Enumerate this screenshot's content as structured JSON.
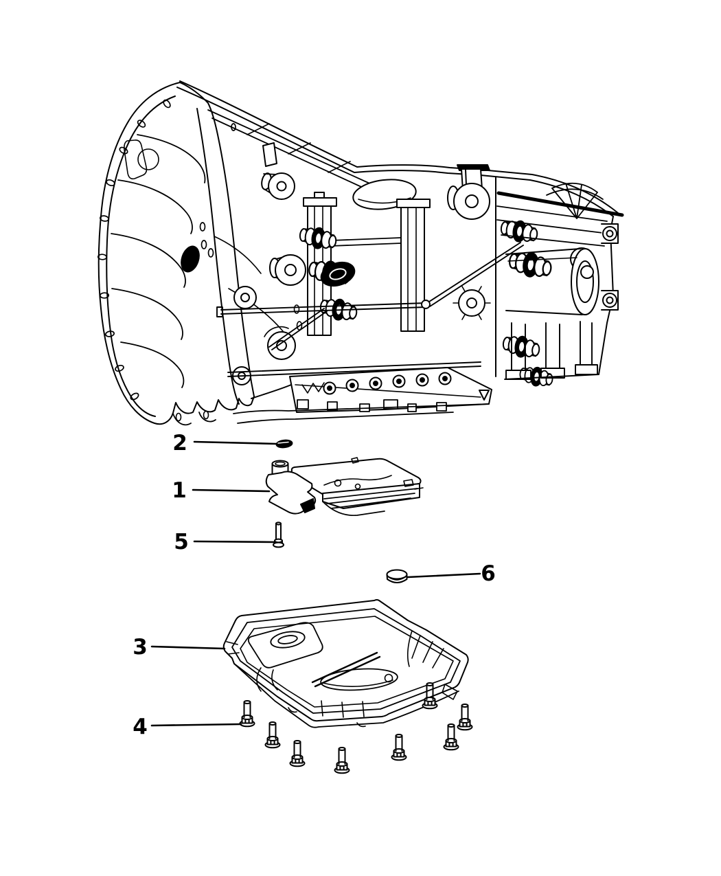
{
  "page": {
    "background_color": "#ffffff",
    "line_color": "#000000"
  },
  "diagram": {
    "type": "parts-diagram",
    "callouts": {
      "c1": {
        "label": "1"
      },
      "c2": {
        "label": "2"
      },
      "c3": {
        "label": "3"
      },
      "c4": {
        "label": "4"
      },
      "c5": {
        "label": "5"
      },
      "c6": {
        "label": "6"
      }
    }
  }
}
